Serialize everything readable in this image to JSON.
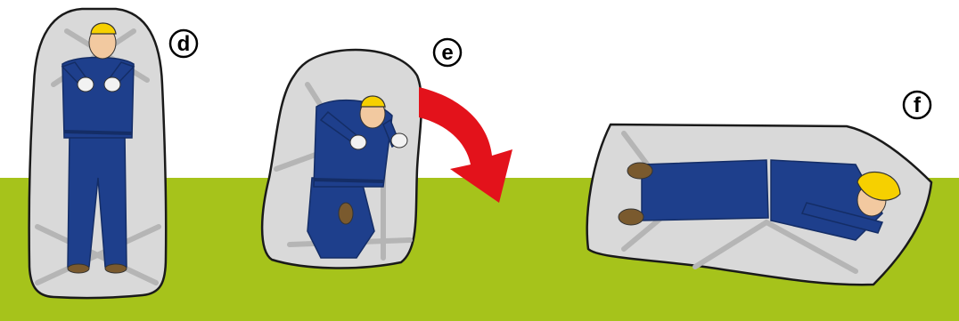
{
  "colors": {
    "background": "#ffffff",
    "ground": "#a6c31b",
    "bag_fill": "#d9d9d9",
    "bag_outline": "#1a1a1a",
    "coverall": "#1e3f8c",
    "coverall_shadow": "#142d66",
    "helmet": "#f6d000",
    "skin": "#f2c9a0",
    "gloves": "#f2f2f2",
    "boots": "#7a5a2e",
    "strap": "#b5b5b5",
    "arrow": "#e3121b"
  },
  "steps": [
    {
      "label": "d",
      "pose": "standing-inside-bag",
      "icon": "person-standing-in-bag-icon"
    },
    {
      "label": "e",
      "pose": "kneeling-inside-bag",
      "icon": "person-kneeling-in-bag-icon"
    },
    {
      "label": "f",
      "pose": "lying-inside-bag",
      "icon": "person-lying-in-bag-icon"
    }
  ],
  "transition_arrow": {
    "icon": "curved-arrow-icon",
    "from": "e",
    "to": "f"
  }
}
